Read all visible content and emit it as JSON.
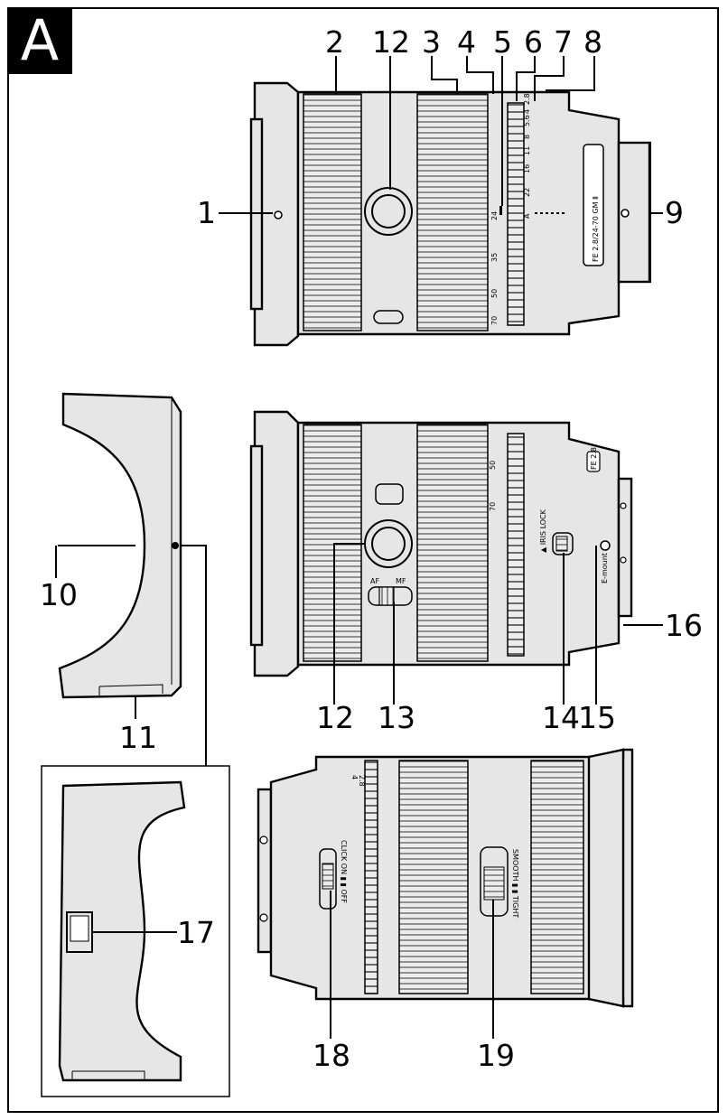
{
  "figure": {
    "badge": "A"
  },
  "callouts": [
    "1",
    "2",
    "3",
    "4",
    "5",
    "6",
    "7",
    "8",
    "9",
    "10",
    "11",
    "12",
    "13",
    "14",
    "15",
    "16",
    "17",
    "18",
    "19"
  ],
  "lens_top": {
    "model_text": "FE 2.8/24-70 GM Ⅱ",
    "focal_marks": [
      "24",
      "35",
      "50",
      "70"
    ],
    "aperture_marks": [
      "A",
      "22",
      "16",
      "11",
      "8",
      "5.6",
      "4",
      "2.8"
    ]
  },
  "lens_middle": {
    "focus_switch": {
      "left": "AF",
      "right": "MF"
    },
    "iris_lock": "▲ IRIS LOCK",
    "mount_text": "E-mount",
    "focal_marks": [
      "50",
      "70"
    ],
    "badge_text": "FE 2.8"
  },
  "lens_bottom": {
    "click_switch": "CLICK ON ▮ ▮ OFF",
    "smooth_switch": "SMOOTH ▮ ▮ TIGHT",
    "aperture_marks": [
      "2.8",
      "4"
    ]
  },
  "colors": {
    "body": "#e6e6e6",
    "line": "#000000"
  }
}
